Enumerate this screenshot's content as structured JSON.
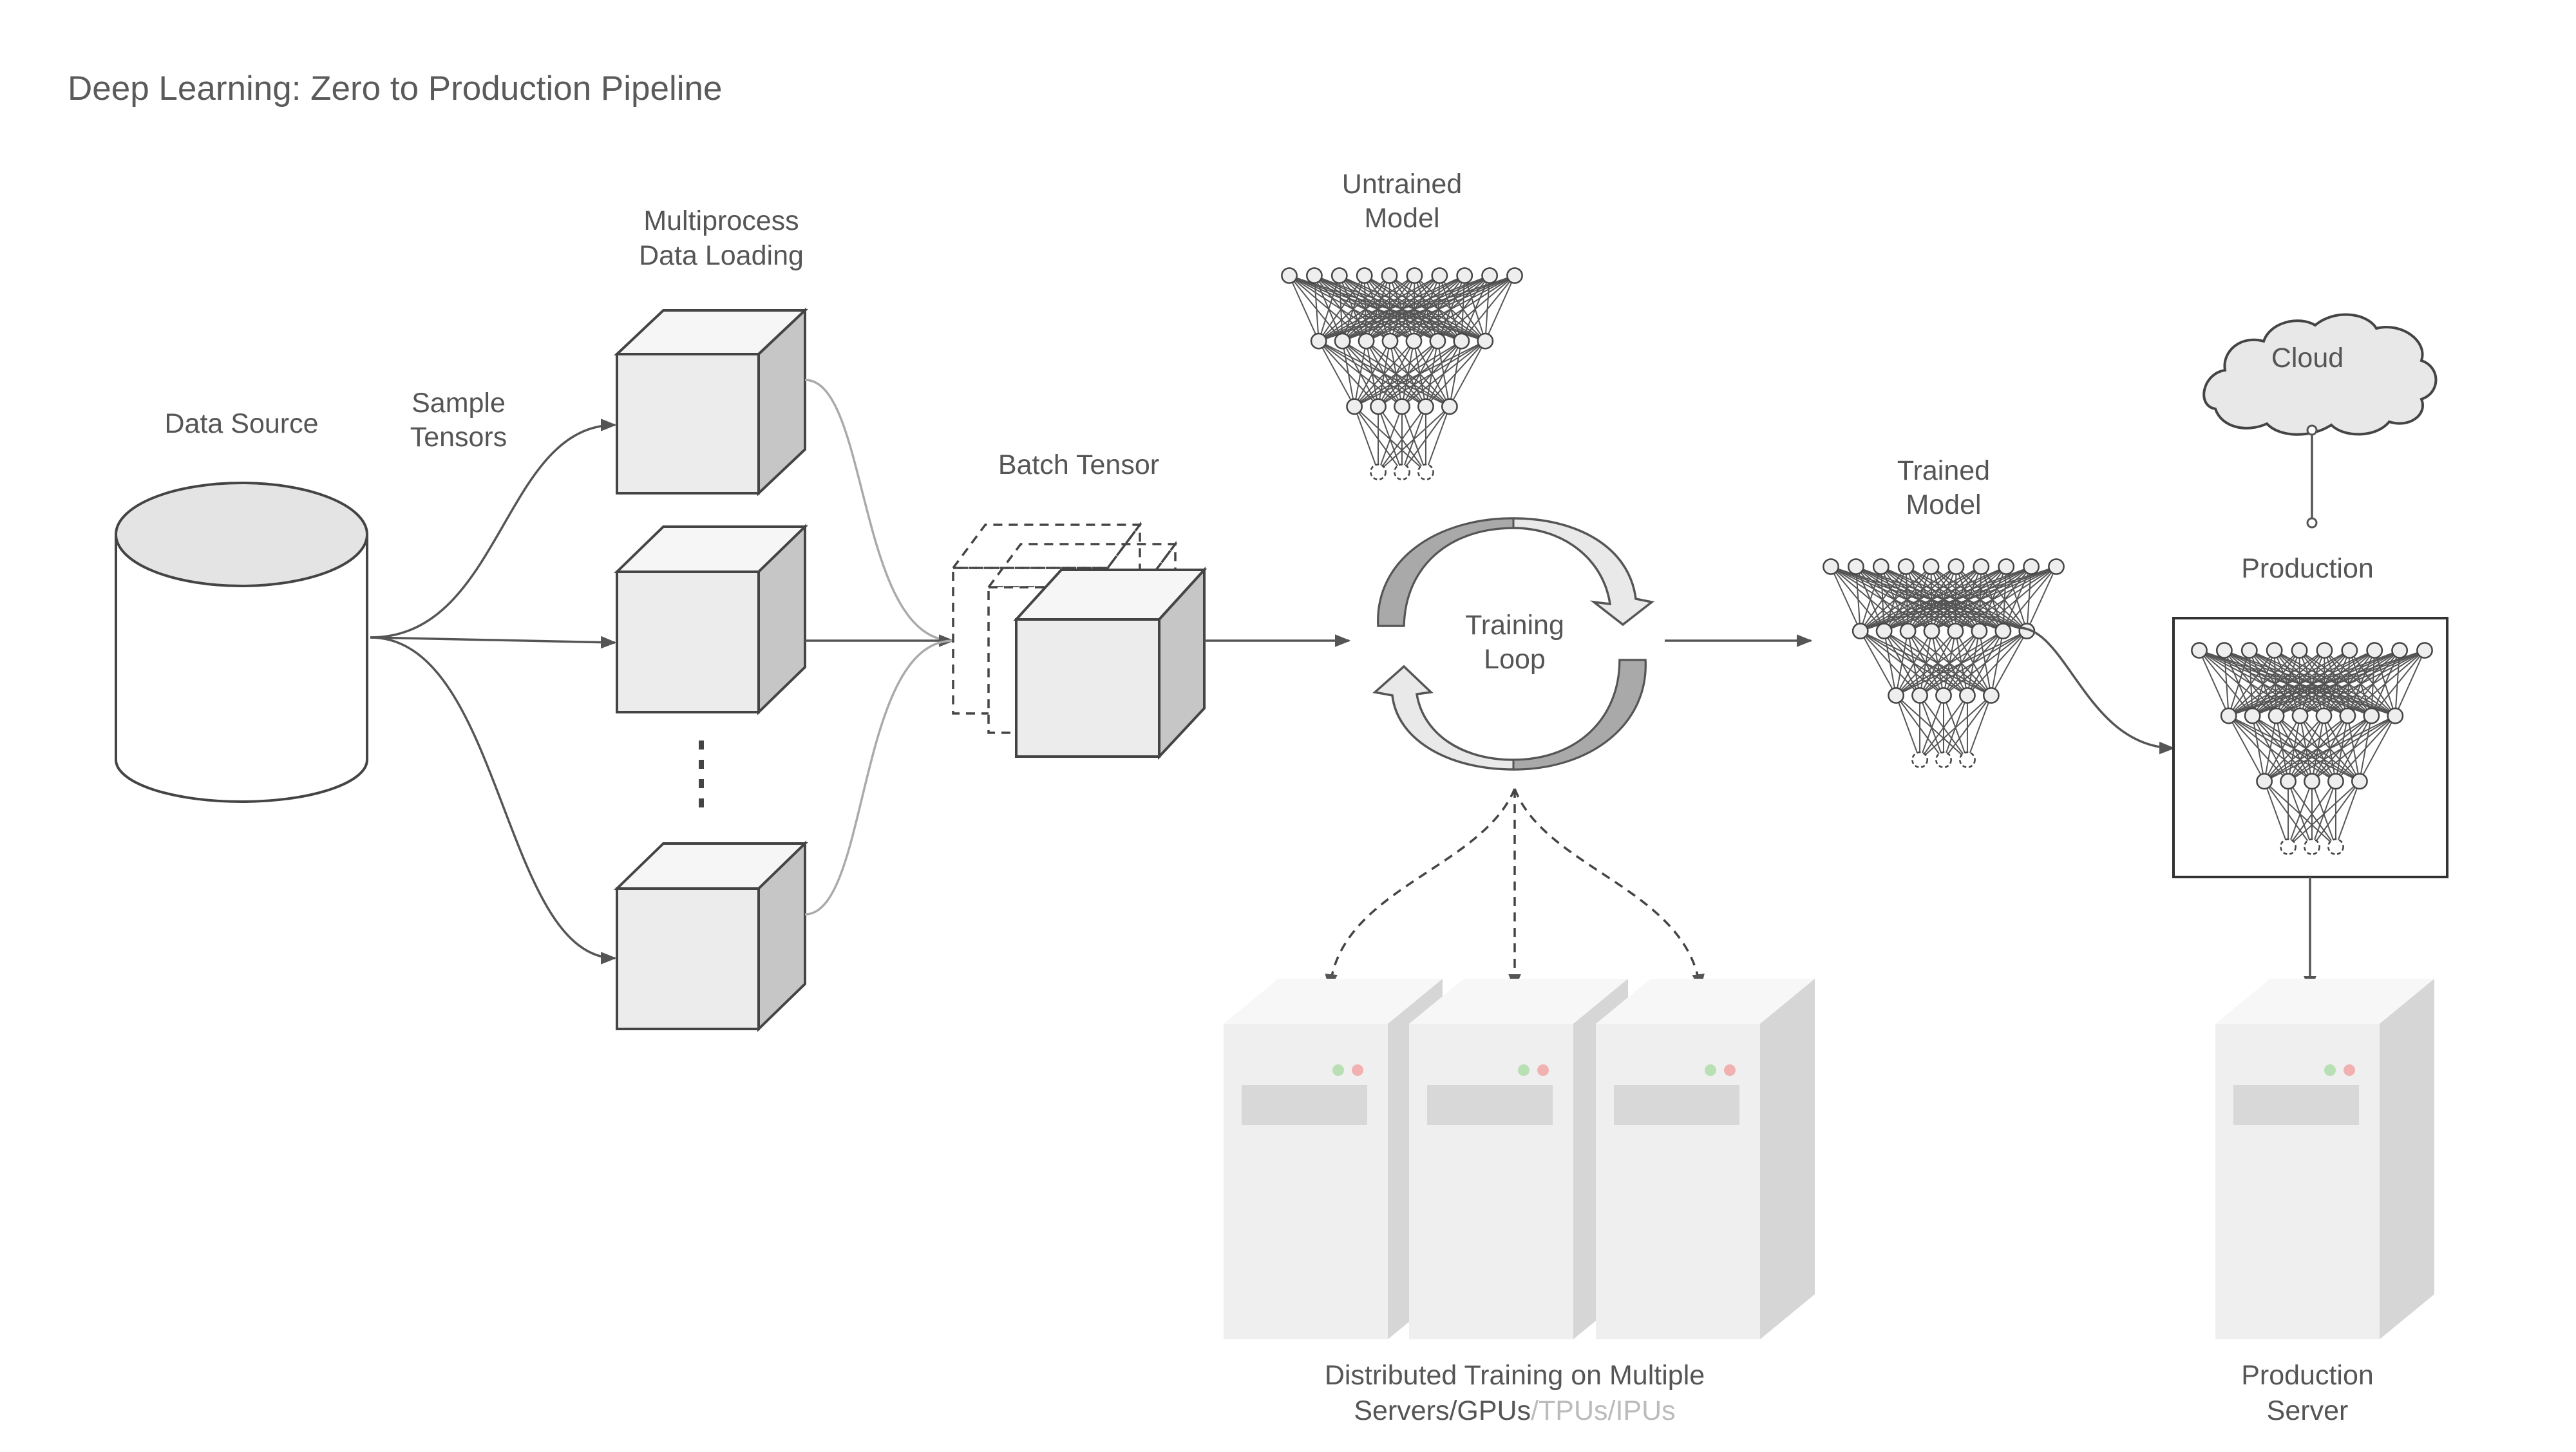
{
  "title": "Deep Learning: Zero to Production Pipeline",
  "labels": {
    "data_source": "Data Source",
    "sample_tensors_1": "Sample",
    "sample_tensors_2": "Tensors",
    "multiprocess_1": "Multiprocess",
    "multiprocess_2": "Data Loading",
    "batch_tensor": "Batch Tensor",
    "untrained_1": "Untrained",
    "untrained_2": "Model",
    "training_1": "Training",
    "training_2": "Loop",
    "trained_1": "Trained",
    "trained_2": "Model",
    "cloud": "Cloud",
    "production": "Production",
    "distributed_1": "Distributed Training on Multiple",
    "distributed_2a": "Servers/GPUs",
    "distributed_2b": "/TPUs/IPUs",
    "prod_server_1": "Production",
    "prod_server_2": "Server"
  },
  "colors": {
    "line": "#555555",
    "faded_text": "#bbbbbb",
    "server_body": "#efefef",
    "server_side": "#d6d6d6",
    "led_green": "#b9e0b4",
    "led_red": "#f2b1b1"
  }
}
